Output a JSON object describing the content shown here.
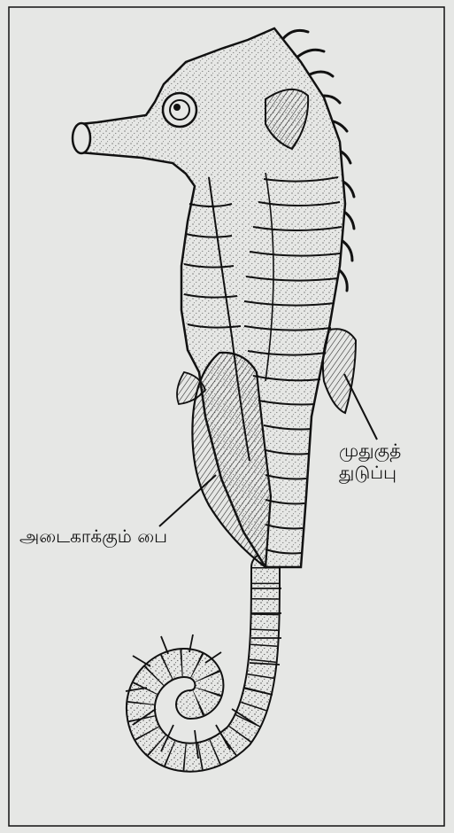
{
  "labels": {
    "dorsal_fin_line1": "முதுகுத்",
    "dorsal_fin_line2": "துடுப்பு",
    "brood_pouch": "அடைகாக்கும் பை"
  },
  "colors": {
    "background": "#e6e7e5",
    "ink": "#111111",
    "frame": "#111111"
  }
}
